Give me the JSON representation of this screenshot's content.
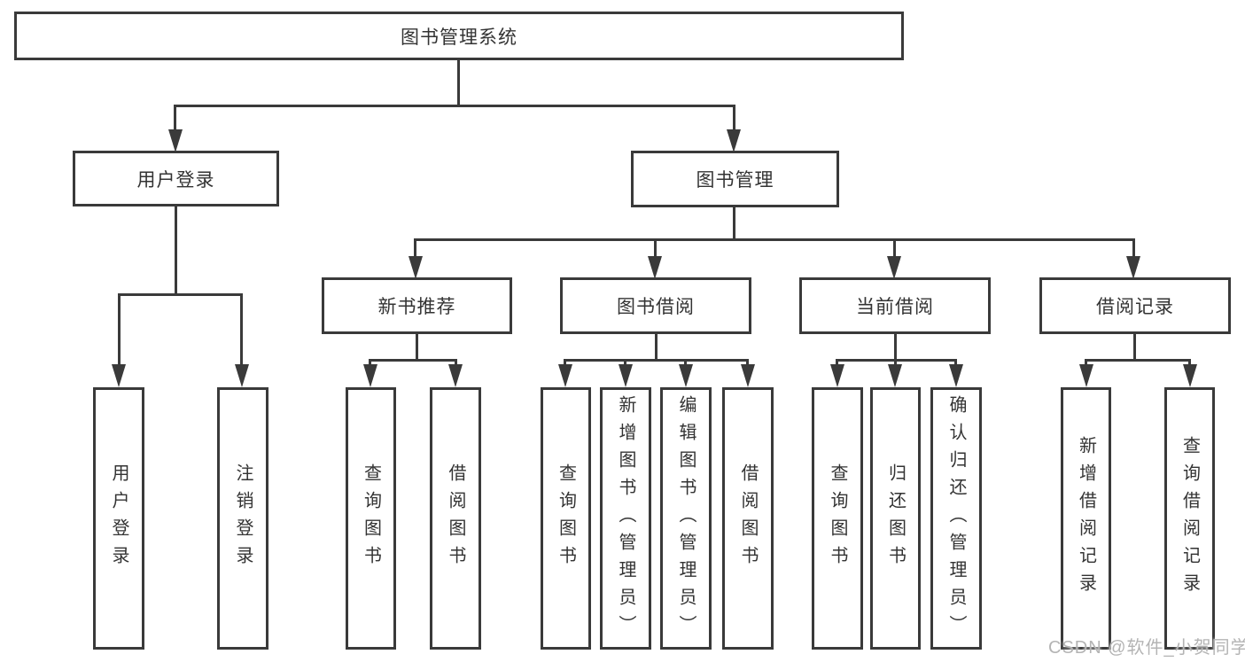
{
  "diagram": {
    "type": "tree-structure-chart",
    "watermark": "CSDN @软件_小贺同学",
    "colors": {
      "line": "#3a3a3a",
      "text": "#333333",
      "watermark": "#b4b4b4",
      "background": "#ffffff"
    },
    "tree": {
      "label": "图书管理系统",
      "children": [
        {
          "label": "用户登录",
          "children": [
            {
              "label": "用户登录"
            },
            {
              "label": "注销登录"
            }
          ]
        },
        {
          "label": "图书管理",
          "children": [
            {
              "label": "新书推荐",
              "children": [
                {
                  "label": "查询图书"
                },
                {
                  "label": "借阅图书"
                }
              ]
            },
            {
              "label": "图书借阅",
              "children": [
                {
                  "label": "查询图书"
                },
                {
                  "label": "新增图书（管理员）"
                },
                {
                  "label": "编辑图书（管理员）"
                },
                {
                  "label": "借阅图书"
                }
              ]
            },
            {
              "label": "当前借阅",
              "children": [
                {
                  "label": "查询图书"
                },
                {
                  "label": "归还图书"
                },
                {
                  "label": "确认归还（管理员）"
                }
              ]
            },
            {
              "label": "借阅记录",
              "children": [
                {
                  "label": "新增借阅记录"
                },
                {
                  "label": "查询借阅记录"
                }
              ]
            }
          ]
        }
      ]
    }
  }
}
